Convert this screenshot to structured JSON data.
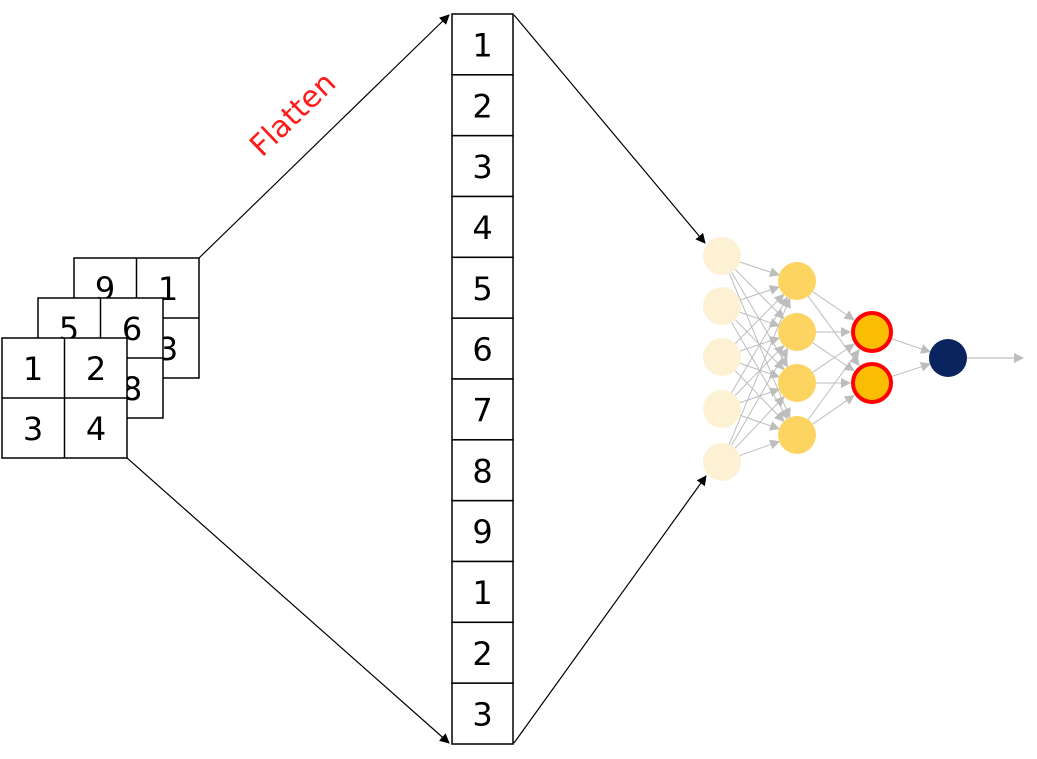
{
  "flatten_label": "Flatten",
  "matrices": [
    {
      "cells": [
        "9",
        "1",
        "",
        "3"
      ]
    },
    {
      "cells": [
        "5",
        "6",
        "",
        "8"
      ]
    },
    {
      "cells": [
        "1",
        "2",
        "3",
        "4"
      ]
    }
  ],
  "vector": [
    "1",
    "2",
    "3",
    "4",
    "5",
    "6",
    "7",
    "8",
    "9",
    "1",
    "2",
    "3"
  ],
  "network": {
    "layers": [
      5,
      4,
      2,
      1
    ],
    "colors": {
      "input_node": "#fdf1d4",
      "hidden_node": "#fdd462",
      "highlight_node": "#fbbc04",
      "highlight_ring": "#ff0000",
      "output_node": "#0a2460",
      "edge": "#bdbdbd"
    }
  },
  "colors": {
    "flatten_label": "#ff1a1a",
    "line": "#000000"
  }
}
